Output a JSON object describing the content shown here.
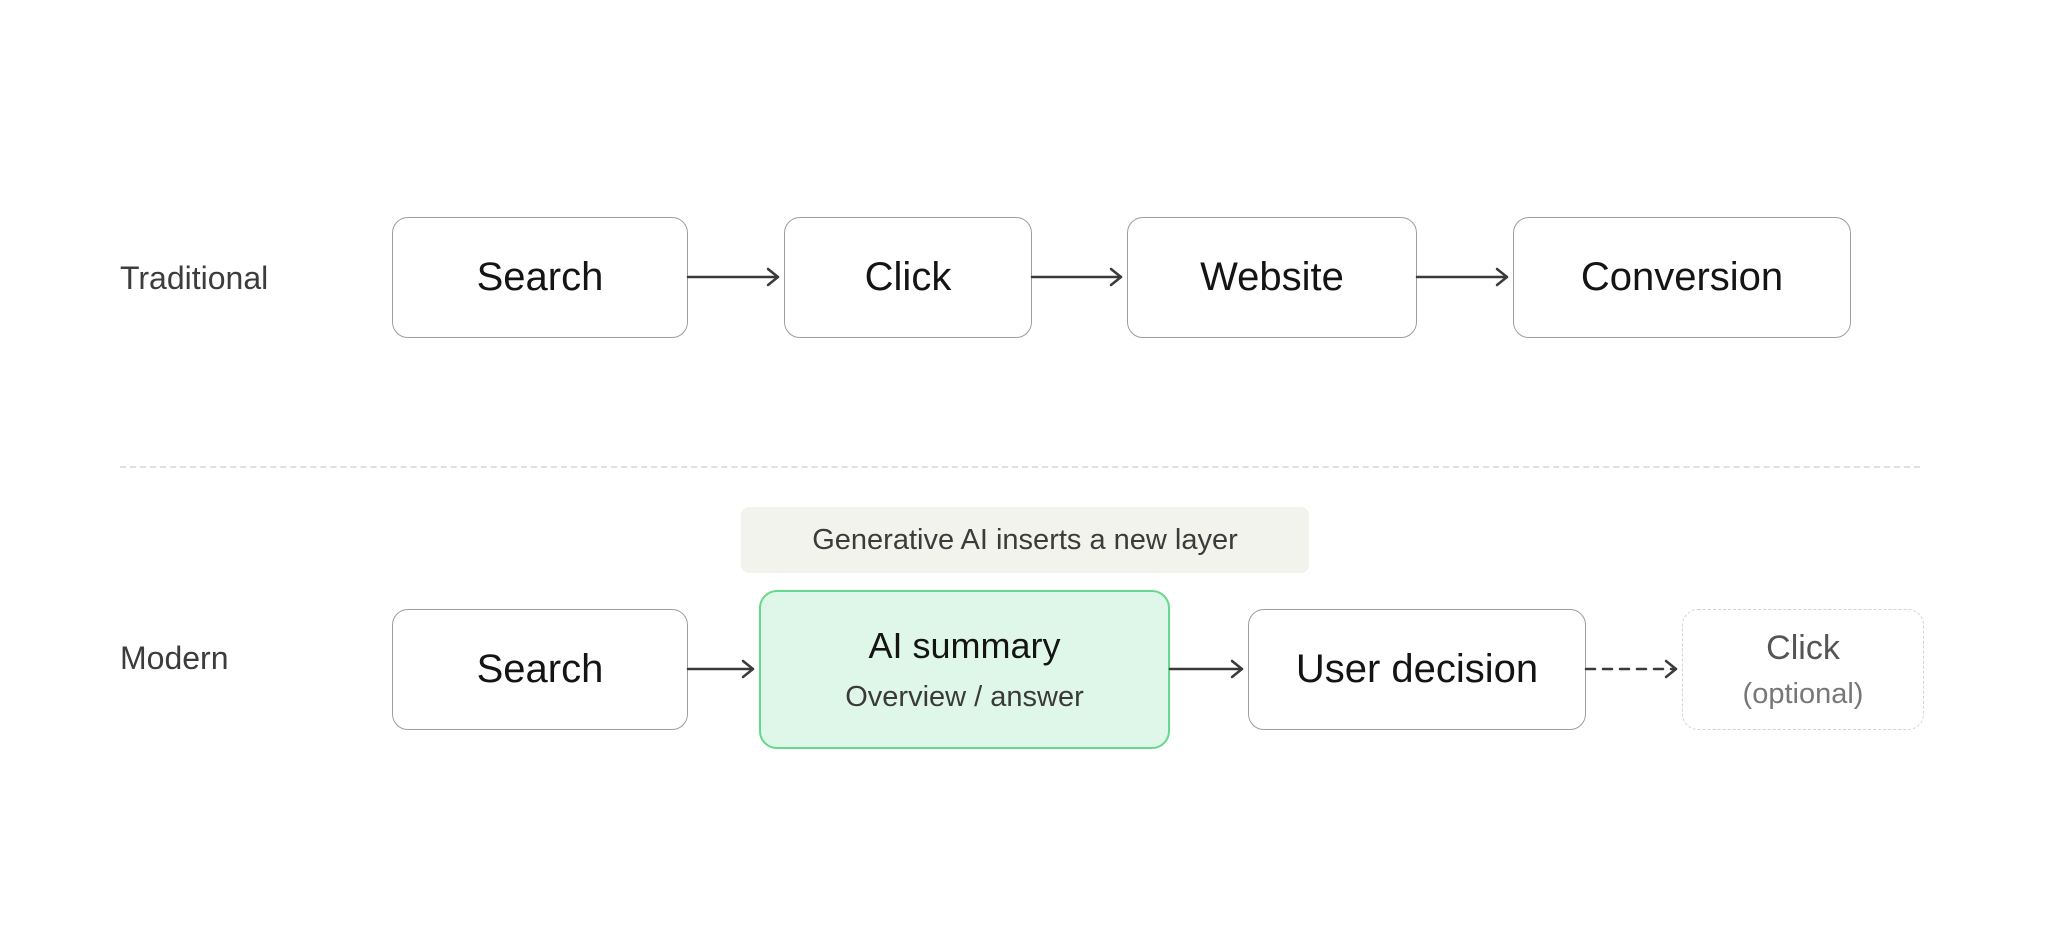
{
  "traditional": {
    "label": "Traditional",
    "steps": [
      "Search",
      "Click",
      "Website",
      "Conversion"
    ]
  },
  "modern": {
    "label": "Modern",
    "callout": "Generative AI inserts a new layer",
    "search": "Search",
    "ai_summary": {
      "title": "AI summary",
      "subtitle": "Overview / answer"
    },
    "user_decision": "User decision",
    "click_optional": {
      "title": "Click",
      "subtitle": "(optional)"
    }
  },
  "colors": {
    "ai_fill": "#dff7e8",
    "ai_border": "#64d98a",
    "box_border": "#9e9e9e",
    "arrow": "#3a3a3a"
  }
}
